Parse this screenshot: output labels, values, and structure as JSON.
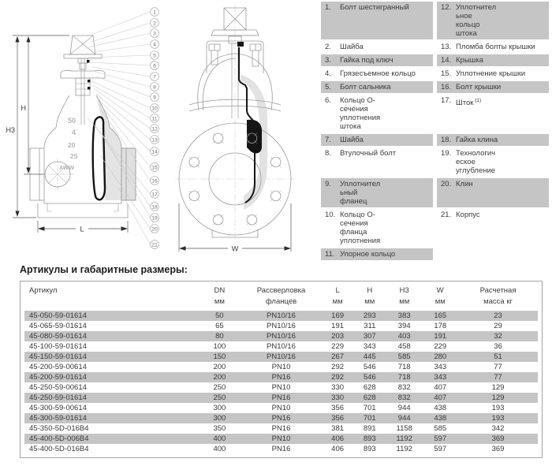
{
  "document": {
    "table_title": "Артикулы и габаритные размеры:"
  },
  "drawing": {
    "dims": {
      "h": "H",
      "h3": "H3",
      "l": "L",
      "w": "W"
    },
    "casting_marks": [
      "50",
      "4",
      "20",
      "25",
      "AWW"
    ],
    "callouts": [
      "1",
      "2",
      "3",
      "4",
      "5",
      "6",
      "7",
      "8",
      "9",
      "10",
      "11",
      "12",
      "13",
      "14",
      "15",
      "16",
      "17",
      "18",
      "19",
      "20",
      "21"
    ]
  },
  "parts": {
    "rows": [
      {
        "shaded": true,
        "left": {
          "num": "1.",
          "label": "Болт шестигранный"
        },
        "right": {
          "num": "12.",
          "label": "Уплотнител\nьное\nкольцо\nштока"
        }
      },
      {
        "shaded": false,
        "left": {
          "num": "2.",
          "label": "Шайба"
        },
        "right": {
          "num": "13.",
          "label": "Пломба болты крышки"
        }
      },
      {
        "shaded": true,
        "left": {
          "num": "3.",
          "label": "Гайка под ключ"
        },
        "right": {
          "num": "14.",
          "label": "Крышка"
        }
      },
      {
        "shaded": false,
        "left": {
          "num": "4.",
          "label": "Грязесъемное кольцо"
        },
        "right": {
          "num": "15.",
          "label": "Уплотнение крышки"
        }
      },
      {
        "shaded": true,
        "left": {
          "num": "5.",
          "label": "Болт сальника"
        },
        "right": {
          "num": "16.",
          "label": "Болт крышки"
        }
      },
      {
        "shaded": false,
        "left": {
          "num": "6.",
          "label": "Кольцо О-\nсечения\nуплотнения\nштока"
        },
        "right": {
          "num": "17.",
          "label": "Шток",
          "sup": "(1)"
        }
      },
      {
        "shaded": true,
        "left": {
          "num": "7.",
          "label": "Шайба"
        },
        "right": {
          "num": "18.",
          "label": "Гайка клина"
        }
      },
      {
        "shaded": false,
        "left": {
          "num": "8.",
          "label": "Втулочный болт"
        },
        "right": {
          "num": "19.",
          "label": "Технологич\nеское\nуглубление"
        }
      },
      {
        "shaded": true,
        "left": {
          "num": "9.",
          "label": "Уплотнител\nьный\nфланец"
        },
        "right": {
          "num": "20.",
          "label": "Клин"
        }
      },
      {
        "shaded": false,
        "left": {
          "num": "10.",
          "label": "Кольцо О-\nсечения\nфланца\nуплотнения"
        },
        "right": {
          "num": "21.",
          "label": "Корпус"
        }
      },
      {
        "shaded": true,
        "left": {
          "num": "11.",
          "label": "Упорное кольцо"
        },
        "right": null
      }
    ]
  },
  "table": {
    "columns": [
      {
        "line1": "Артикул",
        "line2": ""
      },
      {
        "line1": "DN",
        "line2": "мм"
      },
      {
        "line1": "Рассверловка",
        "line2": "фланцев"
      },
      {
        "line1": "L",
        "line2": "мм"
      },
      {
        "line1": "H",
        "line2": "мм"
      },
      {
        "line1": "H3",
        "line2": "мм"
      },
      {
        "line1": "W",
        "line2": "мм"
      },
      {
        "line1": "Расчетная",
        "line2": "масса кг"
      }
    ],
    "rows": [
      [
        "45-050-59-01614",
        "50",
        "PN10/16",
        "169",
        "293",
        "383",
        "165",
        "23"
      ],
      [
        "45-065-59-01614",
        "65",
        "PN10/16",
        "191",
        "311",
        "394",
        "178",
        "29"
      ],
      [
        "45-080-59-01614",
        "80",
        "PN10/16",
        "203",
        "307",
        "403",
        "191",
        "32"
      ],
      [
        "45-100-59-01614",
        "100",
        "PN10/16",
        "229",
        "343",
        "458",
        "229",
        "36"
      ],
      [
        "45-150-59-01614",
        "150",
        "PN10/16",
        "267",
        "445",
        "585",
        "280",
        "51"
      ],
      [
        "45-200-59-00614",
        "200",
        "PN10",
        "292",
        "546",
        "718",
        "343",
        "77"
      ],
      [
        "45-200-59-01614",
        "200",
        "PN16",
        "292",
        "546",
        "718",
        "343",
        "77"
      ],
      [
        "45-250-59-00614",
        "250",
        "PN10",
        "330",
        "628",
        "832",
        "407",
        "129"
      ],
      [
        "45-250-59-01614",
        "250",
        "PN16",
        "330",
        "628",
        "832",
        "407",
        "129"
      ],
      [
        "45-300-59-00614",
        "300",
        "PN10",
        "356",
        "701",
        "944",
        "438",
        "193"
      ],
      [
        "45-300-59-01614",
        "300",
        "PN16",
        "356",
        "701",
        "944",
        "438",
        "193"
      ],
      [
        "45-350-5D-016B4",
        "350",
        "PN16",
        "381",
        "891",
        "1158",
        "585",
        "342"
      ],
      [
        "45-400-5D-006B4",
        "400",
        "PN10",
        "406",
        "893",
        "1192",
        "597",
        "369"
      ],
      [
        "45-400-5D-016B4",
        "400",
        "PN16",
        "406",
        "893",
        "1192",
        "597",
        "369"
      ]
    ],
    "shaded_rows": [
      0,
      2,
      4,
      6,
      8,
      10,
      12
    ]
  },
  "colors": {
    "row_shade": "#c5c5c5",
    "text": "#3c3c3c",
    "drawing_line": "#9b9b9b",
    "seal_black": "#151515",
    "table_border": "#a5a5a5"
  }
}
